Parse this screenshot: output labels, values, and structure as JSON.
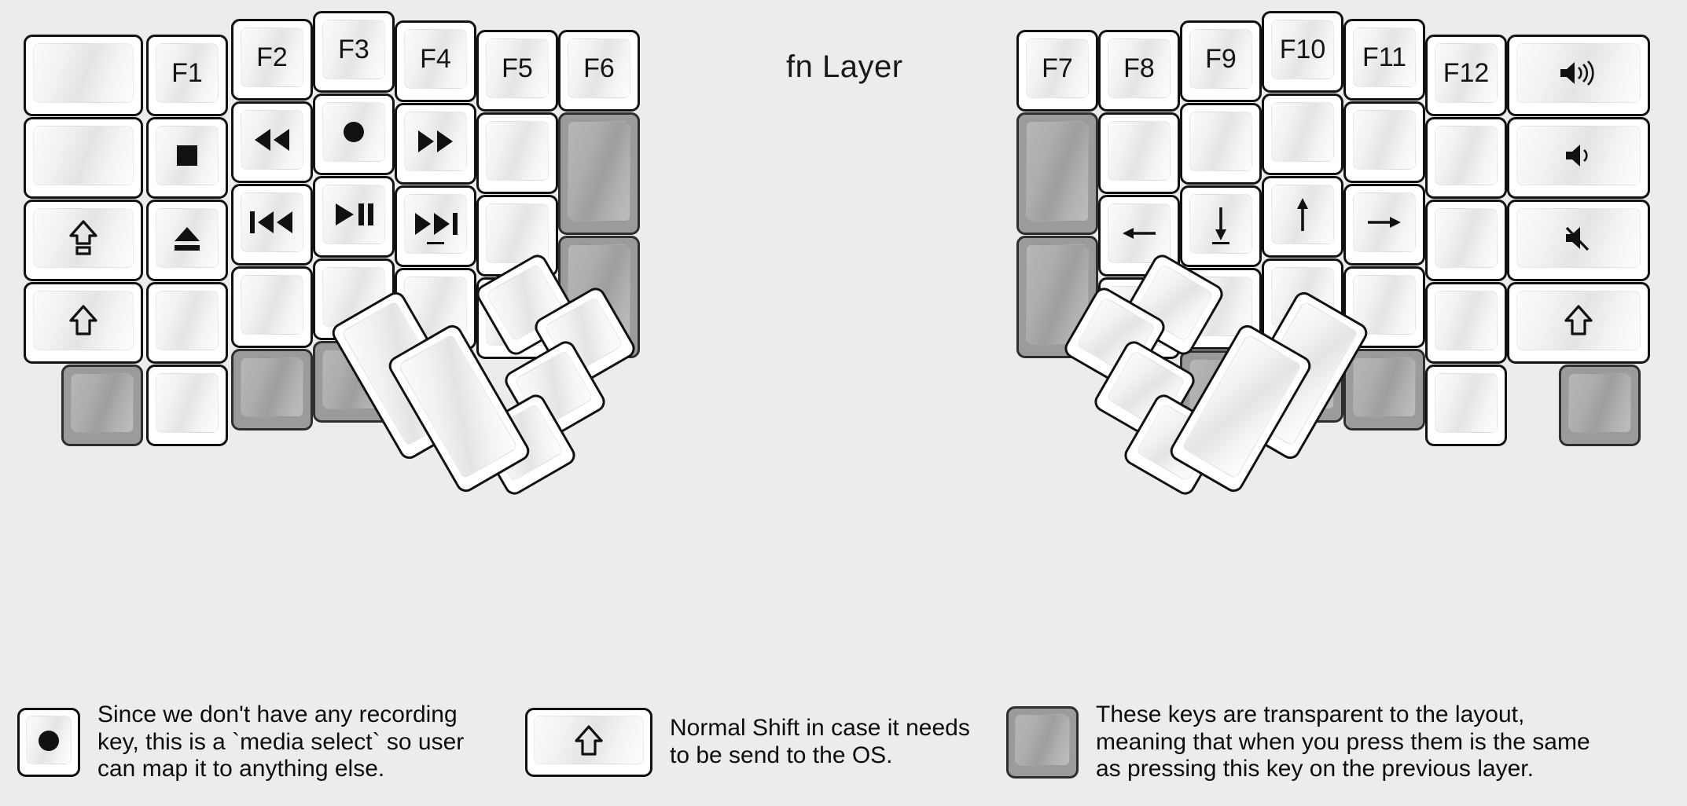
{
  "title": "fn Layer",
  "colors": {
    "background": "#ececec",
    "key_face": "#ffffff",
    "key_border": "#111111",
    "transparent_key": "#9b9b9b",
    "transparent_border": "#2e2e2e",
    "text": "#151515"
  },
  "legend": {
    "items": [
      {
        "key_icon": "record-icon",
        "key_type": "normal",
        "text": "Since we don't have any recording\nkey, this is a `media select` so user\ncan map it to anything else."
      },
      {
        "key_icon": "shift-icon",
        "key_type": "normal",
        "text": "Normal Shift in case it needs\nto be send to the OS."
      },
      {
        "key_icon": "blank",
        "key_type": "transparent",
        "text": "These keys are transparent to the layout,\nmeaning that when you press them is the same\nas pressing this key on the previous layer."
      }
    ]
  },
  "keyboard": {
    "left_half": {
      "columns": [
        {
          "name": "col-outer-left",
          "keys": [
            {
              "label": "",
              "icon": "blank",
              "type": "normal"
            },
            {
              "label": "",
              "icon": "blank",
              "type": "normal"
            },
            {
              "label": "",
              "icon": "caps-lock-icon",
              "type": "normal"
            },
            {
              "label": "",
              "icon": "shift-icon",
              "type": "normal"
            },
            {
              "label": "",
              "icon": "blank",
              "type": "transparent"
            }
          ]
        },
        {
          "name": "col-f1",
          "keys": [
            {
              "label": "F1",
              "icon": "",
              "type": "normal"
            },
            {
              "label": "",
              "icon": "stop-icon",
              "type": "normal"
            },
            {
              "label": "",
              "icon": "eject-icon",
              "type": "normal"
            },
            {
              "label": "",
              "icon": "blank",
              "type": "normal"
            },
            {
              "label": "",
              "icon": "blank",
              "type": "normal"
            }
          ]
        },
        {
          "name": "col-f2",
          "keys": [
            {
              "label": "F2",
              "icon": "",
              "type": "normal"
            },
            {
              "label": "",
              "icon": "rewind-icon",
              "type": "normal"
            },
            {
              "label": "",
              "icon": "previous-track-icon",
              "type": "normal"
            },
            {
              "label": "",
              "icon": "blank",
              "type": "normal"
            },
            {
              "label": "",
              "icon": "blank",
              "type": "transparent"
            }
          ]
        },
        {
          "name": "col-f3",
          "keys": [
            {
              "label": "F3",
              "icon": "",
              "type": "normal"
            },
            {
              "label": "",
              "icon": "record-icon",
              "type": "normal"
            },
            {
              "label": "",
              "icon": "play-pause-icon",
              "type": "normal"
            },
            {
              "label": "",
              "icon": "blank",
              "type": "normal"
            },
            {
              "label": "",
              "icon": "blank",
              "type": "transparent"
            }
          ]
        },
        {
          "name": "col-f4",
          "keys": [
            {
              "label": "F4",
              "icon": "",
              "type": "normal"
            },
            {
              "label": "",
              "icon": "fast-forward-icon",
              "type": "normal"
            },
            {
              "label": "",
              "icon": "next-track-icon",
              "type": "normal"
            },
            {
              "label": "",
              "icon": "blank",
              "type": "normal"
            },
            {
              "label": "",
              "icon": "blank",
              "type": "transparent"
            }
          ]
        },
        {
          "name": "col-f5",
          "keys": [
            {
              "label": "F5",
              "icon": "",
              "type": "normal"
            },
            {
              "label": "",
              "icon": "blank",
              "type": "normal"
            },
            {
              "label": "",
              "icon": "blank",
              "type": "normal"
            },
            {
              "label": "",
              "icon": "blank",
              "type": "normal"
            }
          ]
        },
        {
          "name": "col-f6",
          "keys": [
            {
              "label": "F6",
              "icon": "",
              "type": "normal"
            },
            {
              "label": "",
              "icon": "blank",
              "type": "transparent"
            },
            {
              "label": "",
              "icon": "blank",
              "type": "transparent"
            }
          ]
        }
      ],
      "thumb_cluster": [
        {
          "name": "thumb-l1",
          "icon": "blank",
          "type": "normal"
        },
        {
          "name": "thumb-l2",
          "icon": "blank",
          "type": "normal"
        },
        {
          "name": "thumb-l3",
          "icon": "blank",
          "type": "normal"
        },
        {
          "name": "thumb-l4",
          "icon": "blank",
          "type": "normal"
        },
        {
          "name": "thumb-l5",
          "icon": "blank",
          "type": "normal"
        },
        {
          "name": "thumb-l6",
          "icon": "blank",
          "type": "normal"
        }
      ]
    },
    "right_half": {
      "columns": [
        {
          "name": "col-f7",
          "keys": [
            {
              "label": "F7",
              "icon": "",
              "type": "normal"
            },
            {
              "label": "",
              "icon": "blank",
              "type": "transparent"
            },
            {
              "label": "",
              "icon": "blank",
              "type": "transparent"
            }
          ]
        },
        {
          "name": "col-f8",
          "keys": [
            {
              "label": "F8",
              "icon": "",
              "type": "normal"
            },
            {
              "label": "",
              "icon": "blank",
              "type": "normal"
            },
            {
              "label": "",
              "icon": "arrow-left-icon",
              "type": "normal"
            },
            {
              "label": "",
              "icon": "blank",
              "type": "normal"
            }
          ]
        },
        {
          "name": "col-f9",
          "keys": [
            {
              "label": "F9",
              "icon": "",
              "type": "normal"
            },
            {
              "label": "",
              "icon": "blank",
              "type": "normal"
            },
            {
              "label": "",
              "icon": "arrow-down-icon",
              "type": "normal"
            },
            {
              "label": "",
              "icon": "blank",
              "type": "normal"
            },
            {
              "label": "",
              "icon": "blank",
              "type": "transparent"
            }
          ]
        },
        {
          "name": "col-f10",
          "keys": [
            {
              "label": "F10",
              "icon": "",
              "type": "normal"
            },
            {
              "label": "",
              "icon": "blank",
              "type": "normal"
            },
            {
              "label": "",
              "icon": "arrow-up-icon",
              "type": "normal"
            },
            {
              "label": "",
              "icon": "blank",
              "type": "normal"
            },
            {
              "label": "",
              "icon": "blank",
              "type": "transparent"
            }
          ]
        },
        {
          "name": "col-f11",
          "keys": [
            {
              "label": "F11",
              "icon": "",
              "type": "normal"
            },
            {
              "label": "",
              "icon": "blank",
              "type": "normal"
            },
            {
              "label": "",
              "icon": "arrow-right-icon",
              "type": "normal"
            },
            {
              "label": "",
              "icon": "blank",
              "type": "normal"
            },
            {
              "label": "",
              "icon": "blank",
              "type": "transparent"
            }
          ]
        },
        {
          "name": "col-f12",
          "keys": [
            {
              "label": "F12",
              "icon": "",
              "type": "normal"
            },
            {
              "label": "",
              "icon": "blank",
              "type": "normal"
            },
            {
              "label": "",
              "icon": "blank",
              "type": "normal"
            },
            {
              "label": "",
              "icon": "blank",
              "type": "normal"
            },
            {
              "label": "",
              "icon": "blank",
              "type": "normal"
            }
          ]
        },
        {
          "name": "col-outer-right",
          "keys": [
            {
              "label": "",
              "icon": "volume-up-icon",
              "type": "normal"
            },
            {
              "label": "",
              "icon": "volume-down-icon",
              "type": "normal"
            },
            {
              "label": "",
              "icon": "volume-mute-icon",
              "type": "normal"
            },
            {
              "label": "",
              "icon": "shift-icon",
              "type": "normal"
            },
            {
              "label": "",
              "icon": "blank",
              "type": "transparent"
            }
          ]
        }
      ],
      "thumb_cluster": [
        {
          "name": "thumb-r1",
          "icon": "blank",
          "type": "normal"
        },
        {
          "name": "thumb-r2",
          "icon": "blank",
          "type": "normal"
        },
        {
          "name": "thumb-r3",
          "icon": "blank",
          "type": "normal"
        },
        {
          "name": "thumb-r4",
          "icon": "blank",
          "type": "normal"
        },
        {
          "name": "thumb-r5",
          "icon": "blank",
          "type": "normal"
        },
        {
          "name": "thumb-r6",
          "icon": "blank",
          "type": "normal"
        }
      ]
    }
  }
}
